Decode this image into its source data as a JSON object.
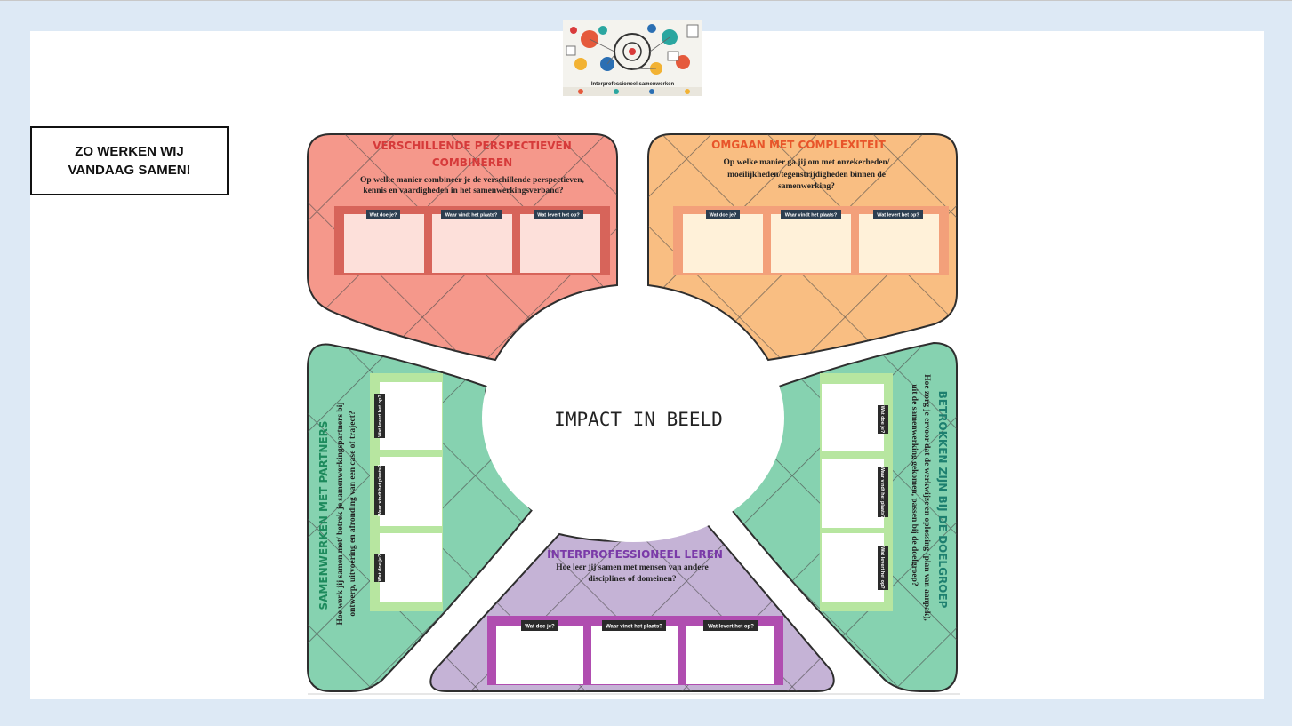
{
  "heading": "ZO WERKEN WIJ VANDAAG SAMEN!",
  "logo": {
    "caption": "Interprofessioneel samenwerken"
  },
  "center": {
    "title": "IMPACT IN BEELD"
  },
  "sections": {
    "perspectives": {
      "title_line1": "VERSCHILLENDE PERSPECTIEVEN",
      "title_line2": "COMBINEREN",
      "question_line1": "Op welke manier combineer je de verschillende perspectieven,",
      "question_line2": "kennis en vaardigheden in het samenwerkingsverband?",
      "color": "#f5988b",
      "title_color": "#d63a3a"
    },
    "complexity": {
      "title_line1": "OMGAAN MET COMPLEXITEIT",
      "question_line1": "Op welke manier ga jij om met onzekerheden/",
      "question_line2": "moeilijkheden/tegenstrijdigheden binnen de",
      "question_line3": "samenwerking?",
      "color": "#f9be82",
      "title_color": "#e8552a"
    },
    "partners": {
      "title_line1": "SAMENWERKEN MET PARTNERS",
      "question_line1": "Hoe werk jij samen met/ betrek je samenwerkingspartners bij",
      "question_line2": "ontwerp, uitvoering en afronding van een case of traject?",
      "color": "#86d2b0",
      "title_color": "#1d8a5c"
    },
    "target": {
      "title_line1": "BETROKKEN ZIJN BIJ DE DOELGROEP",
      "question_line1": "Hoe zorg je ervoor dat de werkwijze en oplossing (plan van aanpak),",
      "question_line2": "uit de samenwerking gekomen, passen bij de doelgroep?",
      "color": "#86d2b0",
      "title_color": "#1d7f6f"
    },
    "learning": {
      "title_line1": "INTERPROFESSIONEEL LEREN",
      "question_line1": "Hoe leer jij samen met mensen van andere",
      "question_line2": "disciplines of domeinen?",
      "color": "#c5b3d6",
      "title_color": "#7a3aa8"
    }
  },
  "box_labels": {
    "what": "Wat doe je?",
    "where": "Waar vindt het plaats?",
    "result": "Wat levert het op?"
  }
}
